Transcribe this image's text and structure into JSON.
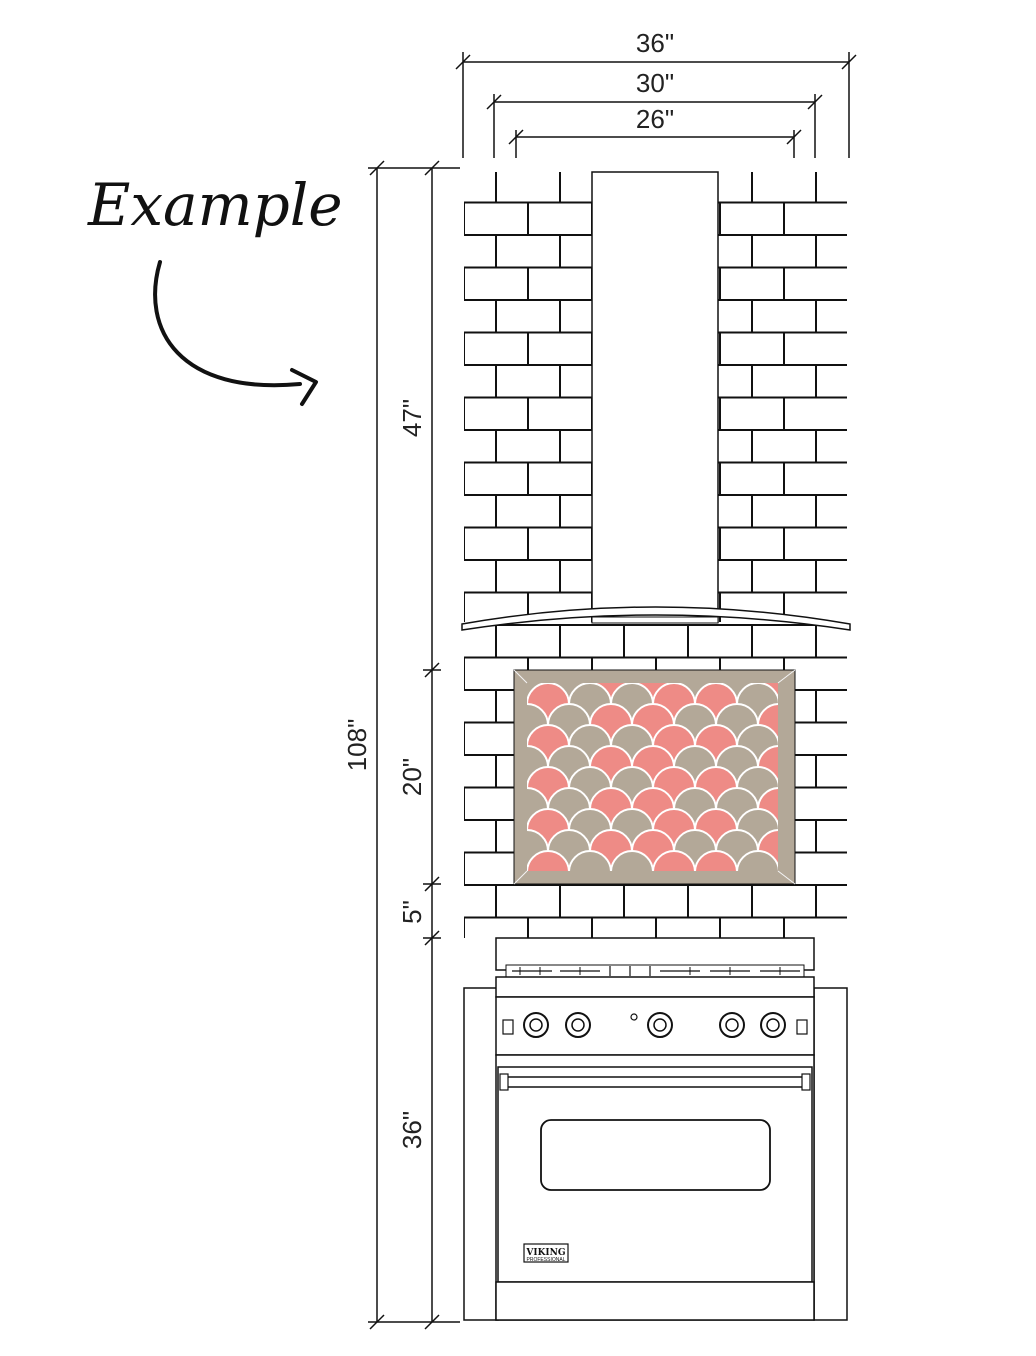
{
  "annotation": {
    "label": "Example"
  },
  "dimensions": {
    "width_outer": "36\"",
    "width_mid": "30\"",
    "width_inner": "26\"",
    "height_total": "108\"",
    "height_upper": "47\"",
    "height_panel": "20\"",
    "height_gap": "5\"",
    "height_range": "36\""
  },
  "range": {
    "brand": "VIKING",
    "brand_sub": "PROFESSIONAL"
  },
  "colors": {
    "coral": "#ee8b86",
    "sage": "#8cc4b5",
    "taupe": "#b3a898",
    "light": "#ececec",
    "line": "#111111"
  }
}
